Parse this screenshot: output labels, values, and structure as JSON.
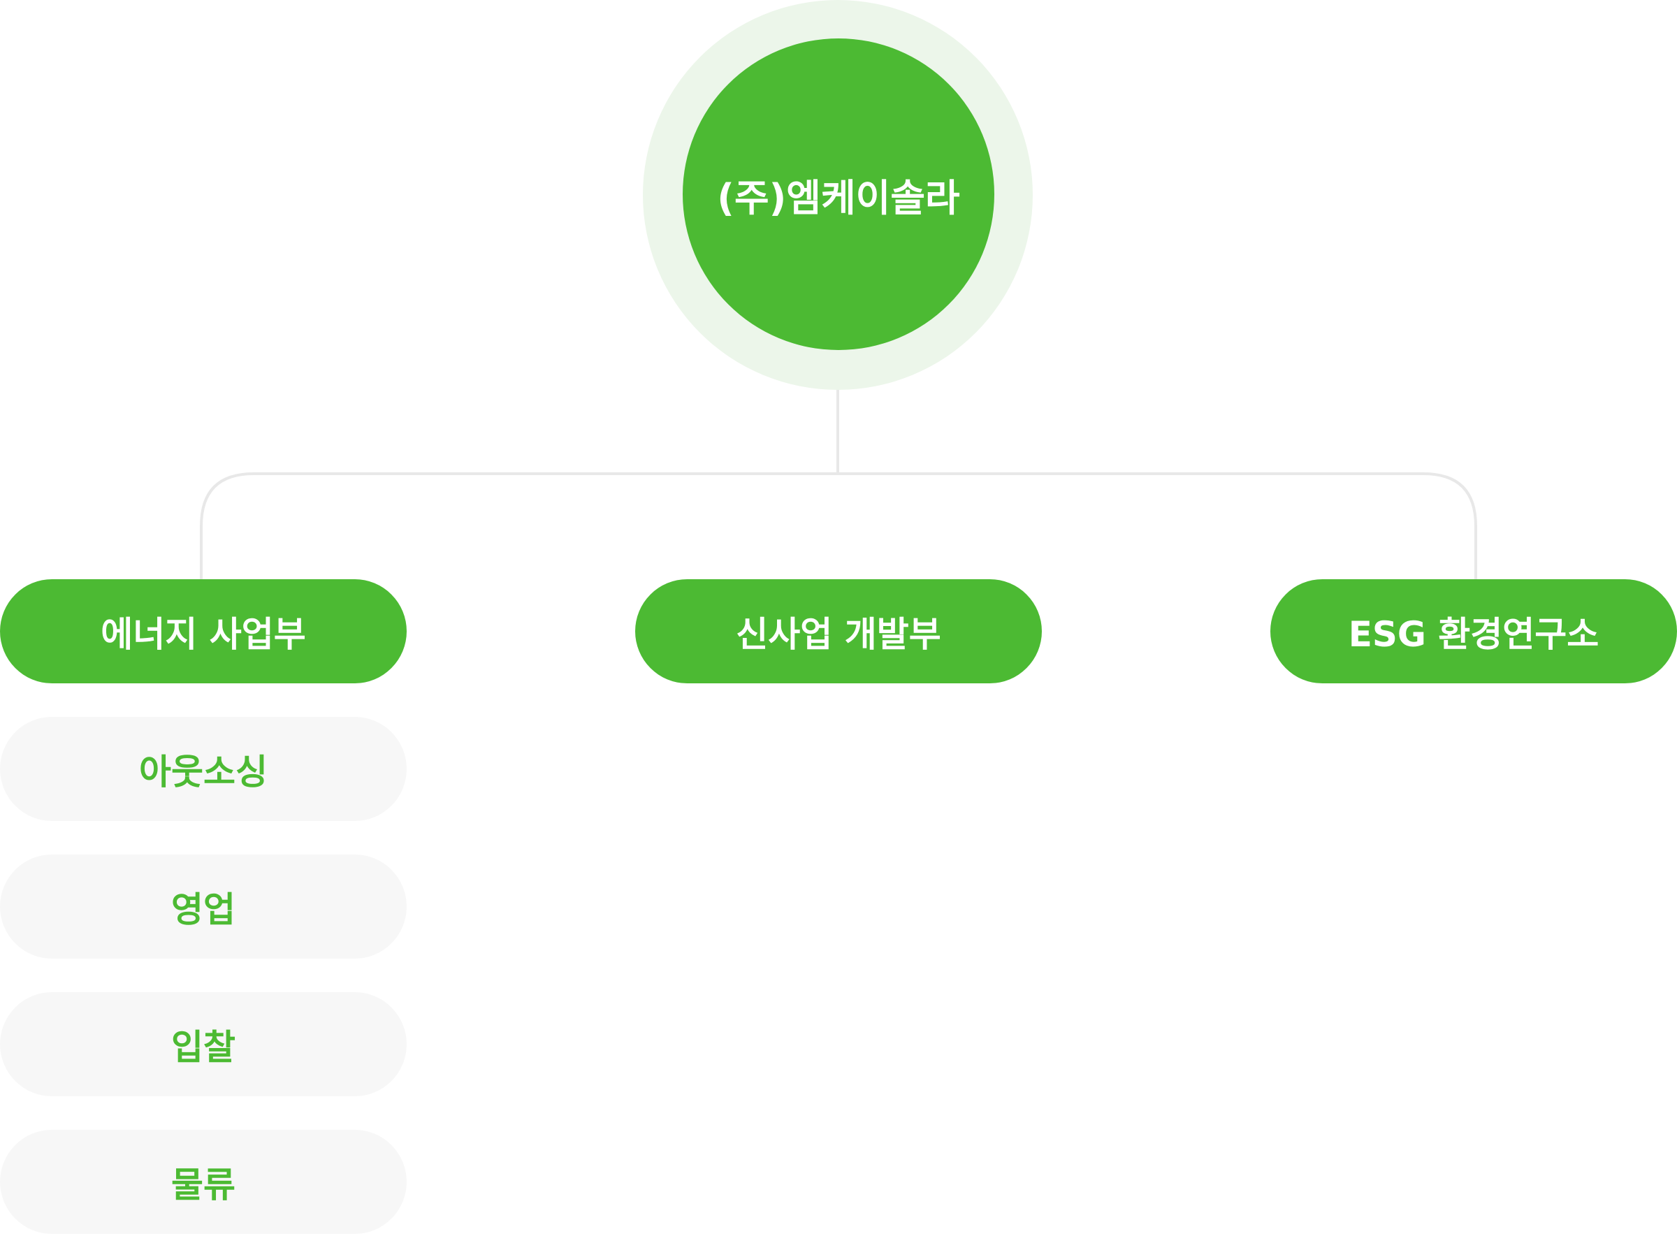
{
  "org_chart": {
    "root": {
      "label": "(주)엠케이솔라"
    },
    "departments": [
      {
        "label": "에너지 사업부",
        "sub_units": [
          {
            "label": "아웃소싱"
          },
          {
            "label": "영업"
          },
          {
            "label": "입찰"
          },
          {
            "label": "물류"
          }
        ]
      },
      {
        "label": "신사업 개발부",
        "sub_units": []
      },
      {
        "label": "ESG 환경연구소",
        "sub_units": []
      }
    ]
  },
  "colors": {
    "primary_green": "#4cba33",
    "halo": "#ecf6ea",
    "sub_unit_background": "#f7f7f7",
    "connector": "#e8e8e8"
  }
}
